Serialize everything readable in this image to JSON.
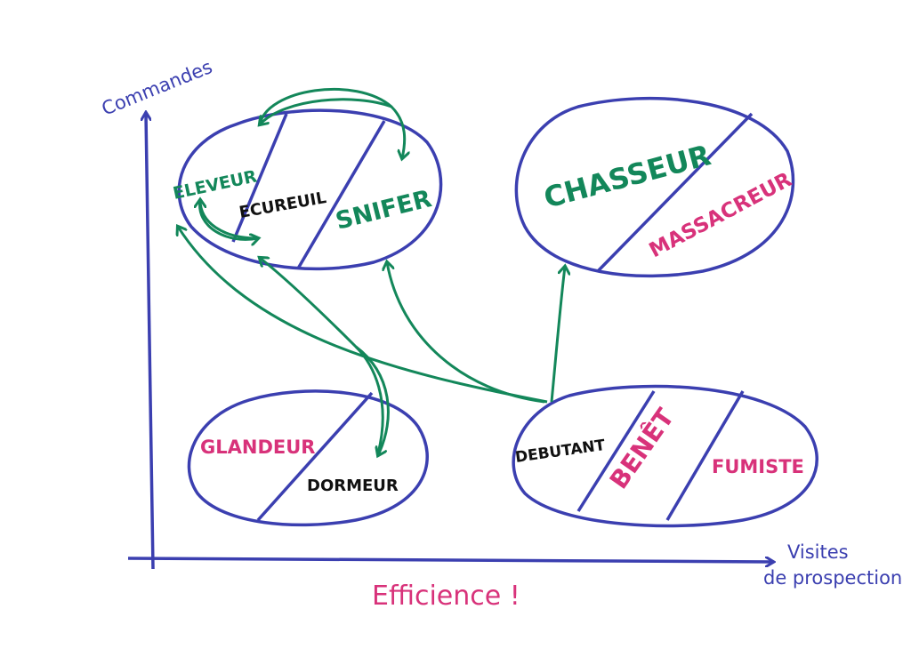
{
  "colors": {
    "blue": "#3b3fb0",
    "green": "#13875a",
    "pink": "#d8327a",
    "black": "#111111"
  },
  "axes": {
    "y_label": "Commandes",
    "x_label_line1": "Visites",
    "x_label_line2": "de prospection"
  },
  "caption": "Efficience !",
  "groups": {
    "top_left": {
      "eleveur": "ELEVEUR",
      "ecureuil": "ECUREUIL",
      "snifer": "SNIFER"
    },
    "top_right": {
      "chasseur": "CHASSEUR",
      "massacreur": "MASSACREUR"
    },
    "bottom_left": {
      "glandeur": "GLANDEUR",
      "dormeur": "DORMEUR"
    },
    "bottom_right": {
      "debutant": "DEBUTANT",
      "benet": "BENÊT",
      "fumiste": "FUMISTE"
    }
  }
}
